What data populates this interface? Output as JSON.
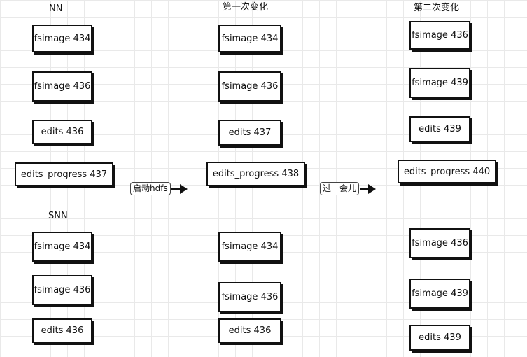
{
  "headings": {
    "nn": "NN",
    "snn": "SNN",
    "first_change": "第一次变化",
    "second_change": "第二次变化"
  },
  "columns": {
    "initial": {
      "nn": [
        "fsimage 434",
        "fsimage 436",
        "edits 436",
        "edits_progress 437"
      ],
      "snn": [
        "fsimage 434",
        "fsimage 436",
        "edits 436"
      ]
    },
    "first_change": {
      "nn": [
        "fsimage 434",
        "fsimage 436",
        "edits 437",
        "edits_progress 438"
      ],
      "snn": [
        "fsimage 434",
        "fsimage 436",
        "edits 436"
      ]
    },
    "second_change": {
      "nn": [
        "fsimage 436",
        "fsimage 439",
        "edits 439",
        "edits_progress 440"
      ],
      "snn": [
        "fsimage 436",
        "fsimage 439",
        "edits 439"
      ]
    }
  },
  "arrows": {
    "start": "启动hdfs",
    "after_while": "过一会儿"
  },
  "colors": {
    "stroke": "#111111",
    "grid": "#e9e9e9",
    "background": "#ffffff"
  },
  "icons": {
    "arrow": "right-arrow-icon"
  }
}
